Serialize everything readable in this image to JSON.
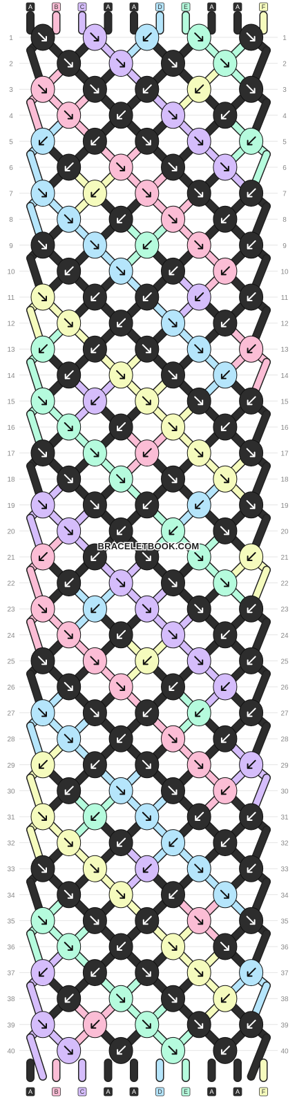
{
  "watermark": "BRACELETBOOK.COM",
  "colors": {
    "A": "#2d2d2d",
    "B": "#fbbdd5",
    "C": "#d5bdfb",
    "D": "#b5e5fb",
    "E": "#b5fbdd",
    "F": "#f5fbbd"
  },
  "top_strings": [
    "A",
    "B",
    "C",
    "A",
    "A",
    "D",
    "E",
    "A",
    "A",
    "F"
  ],
  "bottom_strings": [
    "A",
    "B",
    "C",
    "A",
    "A",
    "D",
    "E",
    "A",
    "A",
    "F"
  ],
  "rows": [
    {
      "num": "1",
      "knots": [
        [
          "A",
          "r"
        ],
        [
          "C",
          "r"
        ],
        [
          "D",
          "l"
        ],
        [
          "E",
          "r"
        ],
        [
          "A",
          "r"
        ]
      ]
    },
    {
      "num": "2",
      "knots": [
        [
          "A",
          "r"
        ],
        [
          "C",
          "r"
        ],
        [
          "A",
          "r"
        ],
        [
          "E",
          "r"
        ]
      ]
    },
    {
      "num": "3",
      "knots": [
        [
          "B",
          "r"
        ],
        [
          "A",
          "r"
        ],
        [
          "A",
          "l"
        ],
        [
          "F",
          "l"
        ],
        [
          "A",
          "r"
        ]
      ]
    },
    {
      "num": "4",
      "knots": [
        [
          "B",
          "r"
        ],
        [
          "A",
          "l"
        ],
        [
          "C",
          "r"
        ],
        [
          "A",
          "l"
        ]
      ]
    },
    {
      "num": "5",
      "knots": [
        [
          "D",
          "l"
        ],
        [
          "A",
          "l"
        ],
        [
          "A",
          "r"
        ],
        [
          "C",
          "r"
        ],
        [
          "E",
          "l"
        ]
      ]
    },
    {
      "num": "6",
      "knots": [
        [
          "A",
          "l"
        ],
        [
          "B",
          "r"
        ],
        [
          "A",
          "r"
        ],
        [
          "C",
          "r"
        ]
      ]
    },
    {
      "num": "7",
      "knots": [
        [
          "D",
          "r"
        ],
        [
          "F",
          "l"
        ],
        [
          "B",
          "r"
        ],
        [
          "A",
          "r"
        ],
        [
          "A",
          "l"
        ]
      ]
    },
    {
      "num": "8",
      "knots": [
        [
          "D",
          "r"
        ],
        [
          "A",
          "l"
        ],
        [
          "B",
          "r"
        ],
        [
          "A",
          "l"
        ]
      ]
    },
    {
      "num": "9",
      "knots": [
        [
          "A",
          "r"
        ],
        [
          "D",
          "r"
        ],
        [
          "E",
          "l"
        ],
        [
          "B",
          "r"
        ],
        [
          "A",
          "l"
        ]
      ]
    },
    {
      "num": "10",
      "knots": [
        [
          "A",
          "l"
        ],
        [
          "D",
          "r"
        ],
        [
          "A",
          "l"
        ],
        [
          "B",
          "l"
        ]
      ]
    },
    {
      "num": "11",
      "knots": [
        [
          "F",
          "r"
        ],
        [
          "A",
          "l"
        ],
        [
          "A",
          "l"
        ],
        [
          "C",
          "l"
        ],
        [
          "A",
          "l"
        ]
      ]
    },
    {
      "num": "12",
      "knots": [
        [
          "F",
          "r"
        ],
        [
          "A",
          "l"
        ],
        [
          "D",
          "r"
        ],
        [
          "A",
          "l"
        ]
      ]
    },
    {
      "num": "13",
      "knots": [
        [
          "E",
          "l"
        ],
        [
          "A",
          "l"
        ],
        [
          "A",
          "r"
        ],
        [
          "D",
          "r"
        ],
        [
          "B",
          "l"
        ]
      ]
    },
    {
      "num": "14",
      "knots": [
        [
          "A",
          "l"
        ],
        [
          "F",
          "r"
        ],
        [
          "A",
          "r"
        ],
        [
          "D",
          "l"
        ]
      ]
    },
    {
      "num": "15",
      "knots": [
        [
          "E",
          "r"
        ],
        [
          "C",
          "l"
        ],
        [
          "F",
          "r"
        ],
        [
          "A",
          "r"
        ],
        [
          "A",
          "l"
        ]
      ]
    },
    {
      "num": "16",
      "knots": [
        [
          "E",
          "r"
        ],
        [
          "A",
          "l"
        ],
        [
          "F",
          "r"
        ],
        [
          "A",
          "l"
        ]
      ]
    },
    {
      "num": "17",
      "knots": [
        [
          "A",
          "r"
        ],
        [
          "E",
          "r"
        ],
        [
          "B",
          "l"
        ],
        [
          "F",
          "r"
        ],
        [
          "A",
          "r"
        ]
      ]
    },
    {
      "num": "18",
      "knots": [
        [
          "A",
          "r"
        ],
        [
          "E",
          "r"
        ],
        [
          "A",
          "r"
        ],
        [
          "F",
          "r"
        ]
      ]
    },
    {
      "num": "19",
      "knots": [
        [
          "C",
          "r"
        ],
        [
          "A",
          "r"
        ],
        [
          "A",
          "l"
        ],
        [
          "D",
          "l"
        ],
        [
          "A",
          "r"
        ]
      ]
    },
    {
      "num": "20",
      "knots": [
        [
          "C",
          "r"
        ],
        [
          "A",
          "l"
        ],
        [
          "E",
          "l"
        ],
        [
          "A",
          "r"
        ]
      ]
    },
    {
      "num": "21",
      "knots": [
        [
          "B",
          "l"
        ],
        [
          "A",
          "l"
        ],
        [
          "A",
          "r"
        ],
        [
          "E",
          "r"
        ],
        [
          "F",
          "l"
        ]
      ]
    },
    {
      "num": "22",
      "knots": [
        [
          "A",
          "l"
        ],
        [
          "C",
          "r"
        ],
        [
          "A",
          "r"
        ],
        [
          "E",
          "r"
        ]
      ]
    },
    {
      "num": "23",
      "knots": [
        [
          "B",
          "r"
        ],
        [
          "D",
          "l"
        ],
        [
          "C",
          "r"
        ],
        [
          "A",
          "r"
        ],
        [
          "A",
          "l"
        ]
      ]
    },
    {
      "num": "24",
      "knots": [
        [
          "B",
          "r"
        ],
        [
          "A",
          "l"
        ],
        [
          "C",
          "r"
        ],
        [
          "A",
          "l"
        ]
      ]
    },
    {
      "num": "25",
      "knots": [
        [
          "A",
          "r"
        ],
        [
          "B",
          "r"
        ],
        [
          "F",
          "l"
        ],
        [
          "C",
          "r"
        ],
        [
          "A",
          "l"
        ]
      ]
    },
    {
      "num": "26",
      "knots": [
        [
          "A",
          "r"
        ],
        [
          "B",
          "r"
        ],
        [
          "A",
          "l"
        ],
        [
          "C",
          "l"
        ]
      ]
    },
    {
      "num": "27",
      "knots": [
        [
          "D",
          "r"
        ],
        [
          "A",
          "r"
        ],
        [
          "A",
          "l"
        ],
        [
          "E",
          "l"
        ],
        [
          "A",
          "l"
        ]
      ]
    },
    {
      "num": "28",
      "knots": [
        [
          "D",
          "r"
        ],
        [
          "A",
          "l"
        ],
        [
          "B",
          "r"
        ],
        [
          "A",
          "l"
        ]
      ]
    },
    {
      "num": "29",
      "knots": [
        [
          "F",
          "l"
        ],
        [
          "A",
          "l"
        ],
        [
          "A",
          "r"
        ],
        [
          "B",
          "r"
        ],
        [
          "C",
          "l"
        ]
      ]
    },
    {
      "num": "30",
      "knots": [
        [
          "A",
          "l"
        ],
        [
          "D",
          "r"
        ],
        [
          "A",
          "r"
        ],
        [
          "B",
          "l"
        ]
      ]
    },
    {
      "num": "31",
      "knots": [
        [
          "F",
          "r"
        ],
        [
          "E",
          "l"
        ],
        [
          "D",
          "r"
        ],
        [
          "A",
          "l"
        ],
        [
          "A",
          "l"
        ]
      ]
    },
    {
      "num": "32",
      "knots": [
        [
          "F",
          "r"
        ],
        [
          "A",
          "l"
        ],
        [
          "D",
          "l"
        ],
        [
          "A",
          "l"
        ]
      ]
    },
    {
      "num": "33",
      "knots": [
        [
          "A",
          "r"
        ],
        [
          "F",
          "r"
        ],
        [
          "C",
          "l"
        ],
        [
          "D",
          "r"
        ],
        [
          "A",
          "l"
        ]
      ]
    },
    {
      "num": "34",
      "knots": [
        [
          "A",
          "r"
        ],
        [
          "F",
          "r"
        ],
        [
          "A",
          "l"
        ],
        [
          "D",
          "r"
        ]
      ]
    },
    {
      "num": "35",
      "knots": [
        [
          "E",
          "r"
        ],
        [
          "A",
          "r"
        ],
        [
          "A",
          "l"
        ],
        [
          "B",
          "r"
        ],
        [
          "A",
          "r"
        ]
      ]
    },
    {
      "num": "36",
      "knots": [
        [
          "E",
          "r"
        ],
        [
          "A",
          "l"
        ],
        [
          "F",
          "r"
        ],
        [
          "A",
          "r"
        ]
      ]
    },
    {
      "num": "37",
      "knots": [
        [
          "C",
          "l"
        ],
        [
          "A",
          "l"
        ],
        [
          "A",
          "r"
        ],
        [
          "F",
          "r"
        ],
        [
          "D",
          "l"
        ]
      ]
    },
    {
      "num": "38",
      "knots": [
        [
          "A",
          "l"
        ],
        [
          "E",
          "r"
        ],
        [
          "A",
          "r"
        ],
        [
          "F",
          "l"
        ]
      ]
    },
    {
      "num": "39",
      "knots": [
        [
          "C",
          "r"
        ],
        [
          "B",
          "l"
        ],
        [
          "E",
          "r"
        ],
        [
          "A",
          "r"
        ],
        [
          "A",
          "l"
        ]
      ]
    },
    {
      "num": "40",
      "knots": [
        [
          "C",
          "r"
        ],
        [
          "A",
          "l"
        ],
        [
          "E",
          "r"
        ],
        [
          "A",
          "l"
        ]
      ]
    }
  ]
}
